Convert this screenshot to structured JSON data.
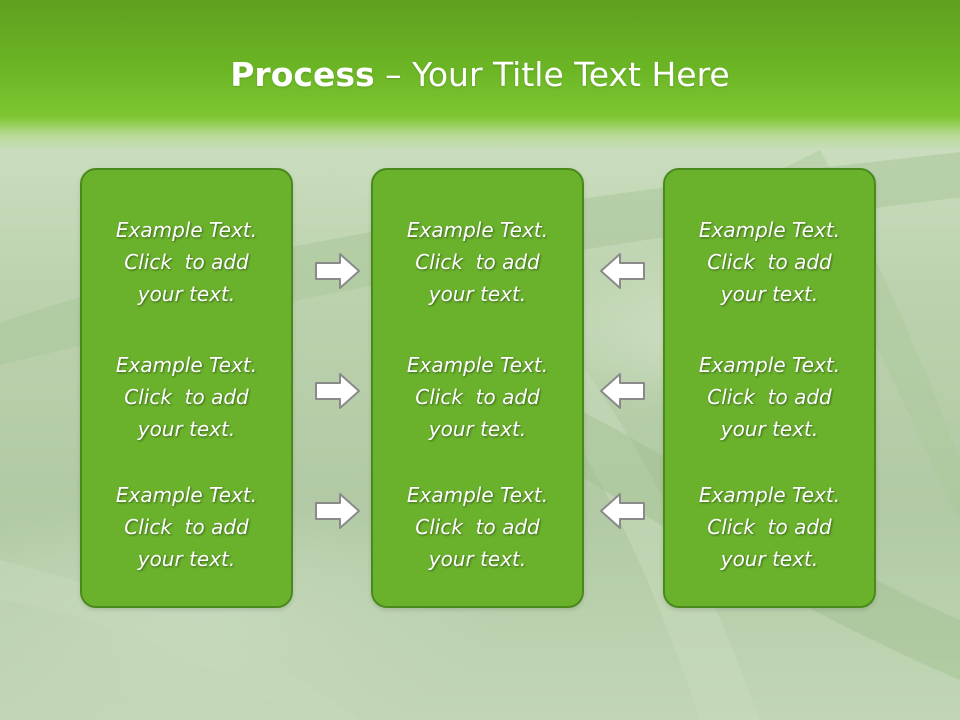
{
  "slide": {
    "title_bold": "Process",
    "title_rest": " – Your Title Text Here"
  },
  "columns": [
    {
      "items": [
        {
          "lines": [
            "Example Text.",
            "Click  to add",
            "your text."
          ]
        },
        {
          "lines": [
            "Example Text.",
            "Click  to add",
            "your text."
          ]
        },
        {
          "lines": [
            "Example Text.",
            "Click  to add",
            "your text."
          ]
        }
      ]
    },
    {
      "items": [
        {
          "lines": [
            "Example Text.",
            "Click  to add",
            "your text."
          ]
        },
        {
          "lines": [
            "Example Text.",
            "Click  to add",
            "your text."
          ]
        },
        {
          "lines": [
            "Example Text.",
            "Click  to add",
            "your text."
          ]
        }
      ]
    },
    {
      "items": [
        {
          "lines": [
            "Example Text.",
            "Click  to add",
            "your text."
          ]
        },
        {
          "lines": [
            "Example Text.",
            "Click  to add",
            "your text."
          ]
        },
        {
          "lines": [
            "Example Text.",
            "Click  to add",
            "your text."
          ]
        }
      ]
    }
  ],
  "arrows": {
    "left_group": "right-arrow-icon",
    "right_group": "left-arrow-icon"
  },
  "colors": {
    "title_bar": "#6bb525",
    "box_fill": "#6ab22c",
    "box_border": "#4a8a1c",
    "text": "#ffffff",
    "arrow_fill": "#ffffff",
    "arrow_stroke": "#8a8a8a"
  }
}
